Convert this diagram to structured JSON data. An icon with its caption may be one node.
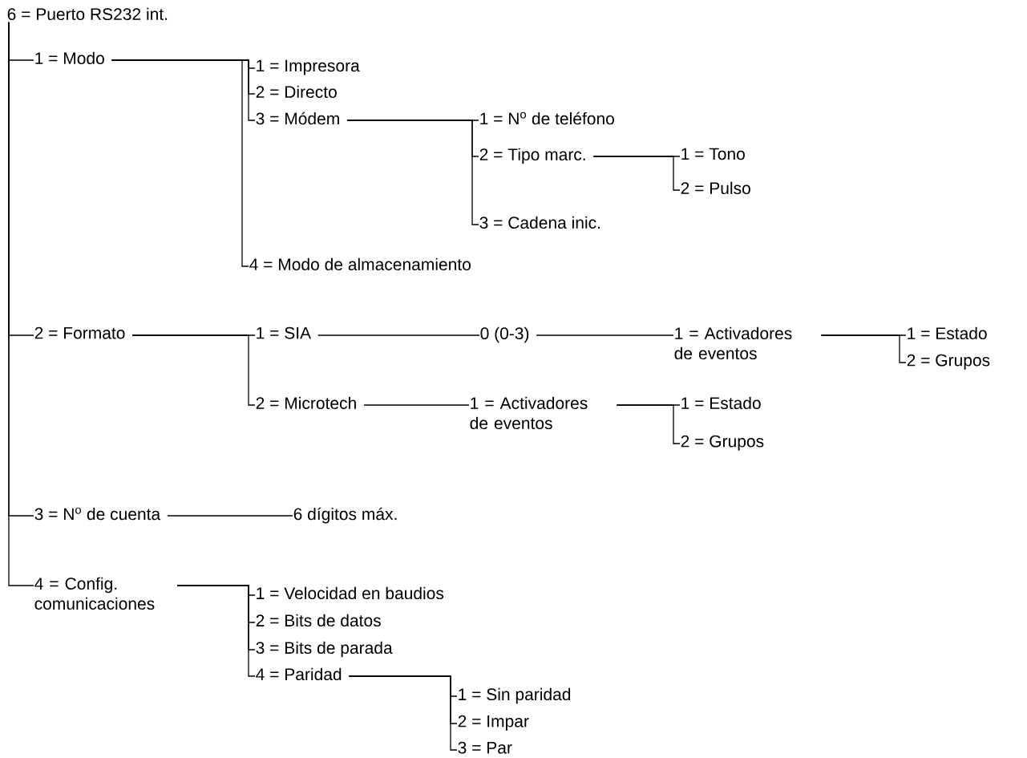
{
  "diagram": {
    "nodes": [
      {
        "text": [
          "6 = Puerto RS232 int."
        ]
      },
      {
        "text": [
          "1 = Modo"
        ]
      },
      {
        "text": [
          "1 = Impresora"
        ]
      },
      {
        "text": [
          "2 = Directo"
        ]
      },
      {
        "text": [
          "3 = Módem"
        ]
      },
      {
        "text": [
          "1 = N$^{o}$ de teléfono"
        ]
      },
      {
        "text": [
          "2 = Tipo marc."
        ]
      },
      {
        "text": [
          "1 = Tono"
        ]
      },
      {
        "text": [
          "2 = Pulso"
        ]
      },
      {
        "text": [
          "3 = Cadena inic."
        ]
      },
      {
        "text": [
          "4 = Modo de almacenamiento"
        ]
      },
      {
        "text": [
          "2 = Formato"
        ]
      },
      {
        "text": [
          "1 = SIA"
        ]
      },
      {
        "text": [
          "0 (0-3)"
        ]
      },
      {
        "text": [
          "1 = Activadores de eventos"
        ]
      },
      {
        "text": [
          "1 = Estado"
        ]
      },
      {
        "text": [
          "2 = Grupos"
        ]
      },
      {
        "text": [
          "2 = Microtech"
        ]
      },
      {
        "text": [
          "1 = Activadores de eventos"
        ]
      },
      {
        "text": [
          "1 = Estado"
        ]
      },
      {
        "text": [
          "2 = Grupos"
        ]
      },
      {
        "text": [
          "3 = N$^{o}$ de cuenta"
        ]
      },
      {
        "text": [
          "6 dígitos máx."
        ]
      },
      {
        "text": [
          "4 = Config. comunicaciones"
        ]
      },
      {
        "text": [
          "1 = Velocidad en baudios"
        ]
      },
      {
        "text": [
          "2 = Bits de datos"
        ]
      },
      {
        "text": [
          "3 = Bits de parada"
        ]
      },
      {
        "text": [
          "4 = Paridad"
        ]
      },
      {
        "text": [
          "1 = Sin paridad"
        ]
      },
      {
        "text": [
          "2 = Impar"
        ]
      },
      {
        "text": [
          "3 = Par"
        ]
      }
    ],
    "edges": [
      {
        "from": 0,
        "to": 1,
        "arrow": "none"
      },
      {
        "from": 0,
        "to": 11,
        "arrow": "none"
      },
      {
        "from": 0,
        "to": 21,
        "arrow": "none"
      },
      {
        "from": 0,
        "to": 23,
        "arrow": "none"
      },
      {
        "from": 1,
        "to": 2,
        "arrow": "none"
      },
      {
        "from": 1,
        "to": 3,
        "arrow": "none"
      },
      {
        "from": 1,
        "to": 4,
        "arrow": "none"
      },
      {
        "from": 1,
        "to": 10,
        "arrow": "none"
      },
      {
        "from": 4,
        "to": 5,
        "arrow": "none"
      },
      {
        "from": 4,
        "to": 6,
        "arrow": "none"
      },
      {
        "from": 4,
        "to": 9,
        "arrow": "none"
      },
      {
        "from": 6,
        "to": 7,
        "arrow": "none"
      },
      {
        "from": 6,
        "to": 8,
        "arrow": "none"
      },
      {
        "from": 11,
        "to": 12,
        "arrow": "none"
      },
      {
        "from": 11,
        "to": 17,
        "arrow": "none"
      },
      {
        "from": 12,
        "to": 13,
        "arrow": "none"
      },
      {
        "from": 13,
        "to": 14,
        "arrow": "none"
      },
      {
        "from": 14,
        "to": 15,
        "arrow": "none"
      },
      {
        "from": 14,
        "to": 16,
        "arrow": "none"
      },
      {
        "from": 17,
        "to": 18,
        "arrow": "none"
      },
      {
        "from": 18,
        "to": 19,
        "arrow": "none"
      },
      {
        "from": 18,
        "to": 20,
        "arrow": "none"
      },
      {
        "from": 21,
        "to": 22,
        "arrow": "none"
      },
      {
        "from": 23,
        "to": 24,
        "arrow": "none"
      },
      {
        "from": 23,
        "to": 25,
        "arrow": "none"
      },
      {
        "from": 23,
        "to": 26,
        "arrow": "none"
      },
      {
        "from": 23,
        "to": 27,
        "arrow": "none"
      },
      {
        "from": 27,
        "to": 28,
        "arrow": "none"
      },
      {
        "from": 27,
        "to": 29,
        "arrow": "none"
      },
      {
        "from": 27,
        "to": 30,
        "arrow": "none"
      }
    ]
  }
}
